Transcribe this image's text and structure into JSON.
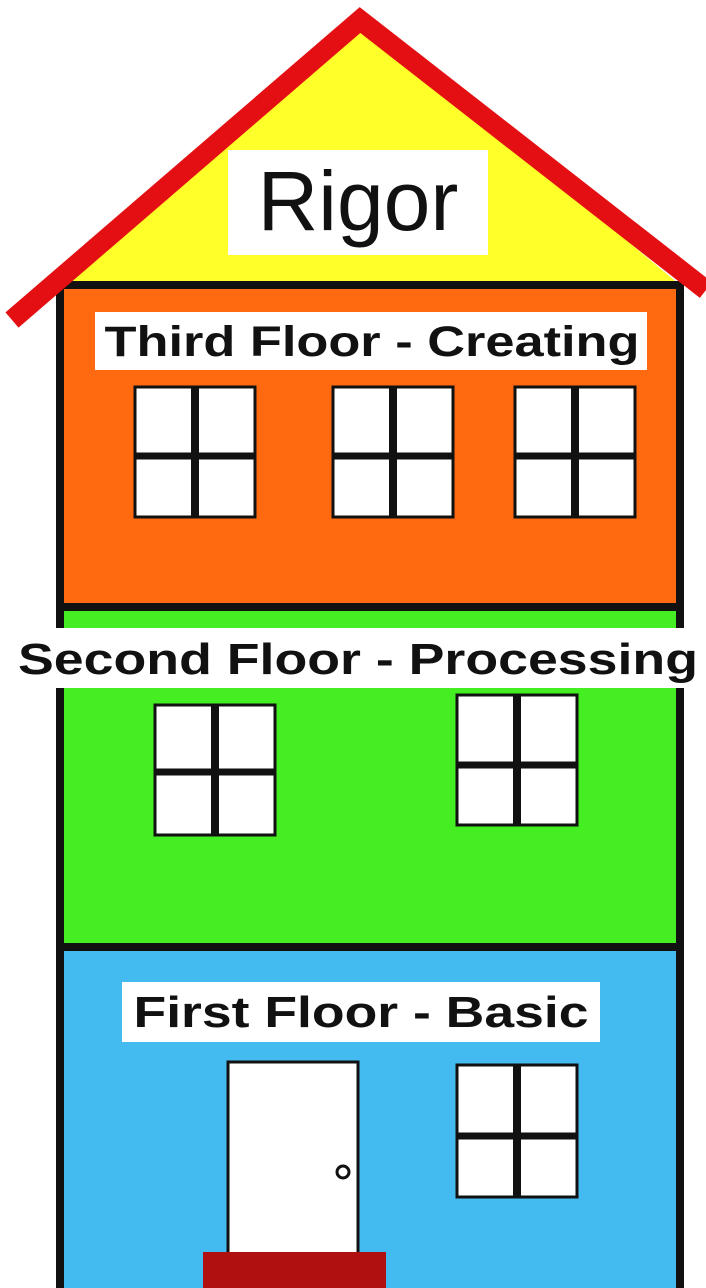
{
  "title": "Rigor",
  "floors": [
    {
      "label": "Third Floor - Creating",
      "color": "#ff6a10"
    },
    {
      "label": "Second Floor - Processing",
      "color": "#44ee22"
    },
    {
      "label": "First Floor - Basic",
      "color": "#44bbf0"
    }
  ],
  "colors": {
    "roof_line": "#e40f12",
    "attic": "#ffff2a",
    "outline": "#111111",
    "window": "#ffffff",
    "door": "#ffffff",
    "door_step": "#b01010",
    "label_background": "#ffffff"
  },
  "icons": {
    "window": "window-icon",
    "door": "door-icon",
    "doorknob": "doorknob-icon"
  }
}
